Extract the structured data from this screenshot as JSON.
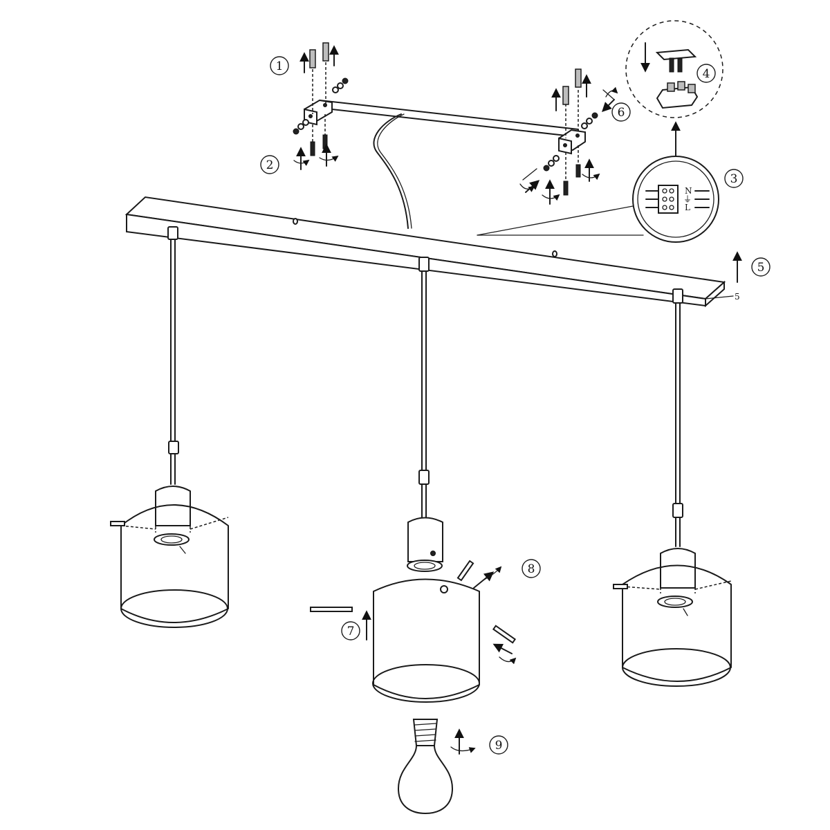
{
  "diagram": {
    "steps": [
      {
        "id": "step-1",
        "number": "1"
      },
      {
        "id": "step-2",
        "number": "2"
      },
      {
        "id": "step-3",
        "number": "3"
      },
      {
        "id": "step-4",
        "number": "4"
      },
      {
        "id": "step-5",
        "number": "5"
      },
      {
        "id": "step-6",
        "number": "6"
      },
      {
        "id": "step-7",
        "number": "7"
      },
      {
        "id": "step-8",
        "number": "8"
      },
      {
        "id": "step-9",
        "number": "9"
      }
    ],
    "canopy_small_label": "5",
    "terminal_block_labels": [
      "N",
      "⏚",
      "L"
    ]
  }
}
